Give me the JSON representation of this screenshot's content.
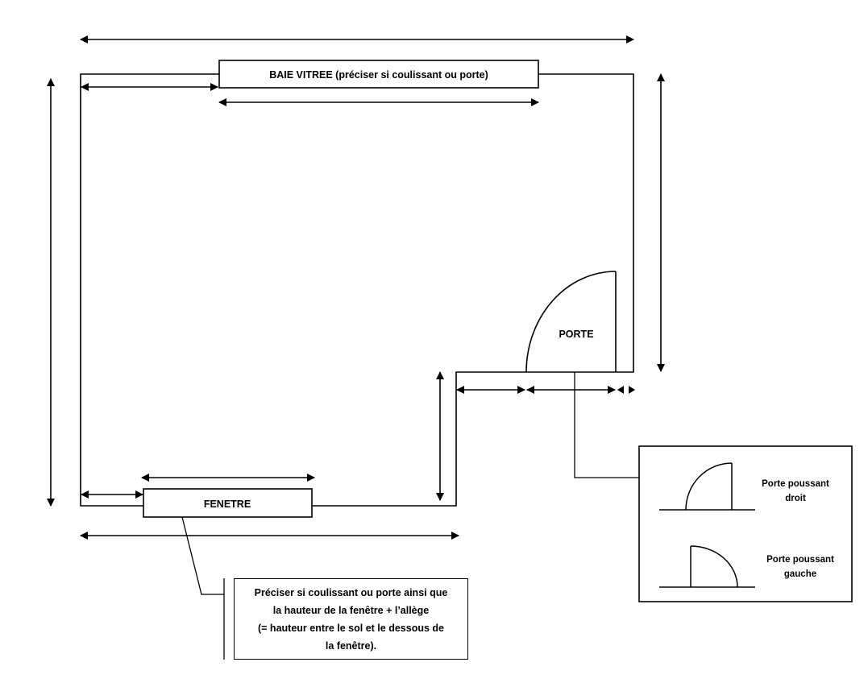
{
  "labels": {
    "baie_vitree": "BAIE VITREE (préciser si coulissant ou porte)",
    "porte": "PORTE",
    "fenetre": "FENETRE"
  },
  "legend": {
    "right_door_line1": "Porte poussant",
    "right_door_line2": "droit",
    "left_door_line1": "Porte poussant",
    "left_door_line2": "gauche"
  },
  "note": {
    "lines": [
      "Préciser si coulissant ou porte ainsi que",
      "la hauteur de la fenêtre +  l’allège",
      "(= hauteur entre le sol et le dessous de",
      "la fenêtre)."
    ]
  }
}
